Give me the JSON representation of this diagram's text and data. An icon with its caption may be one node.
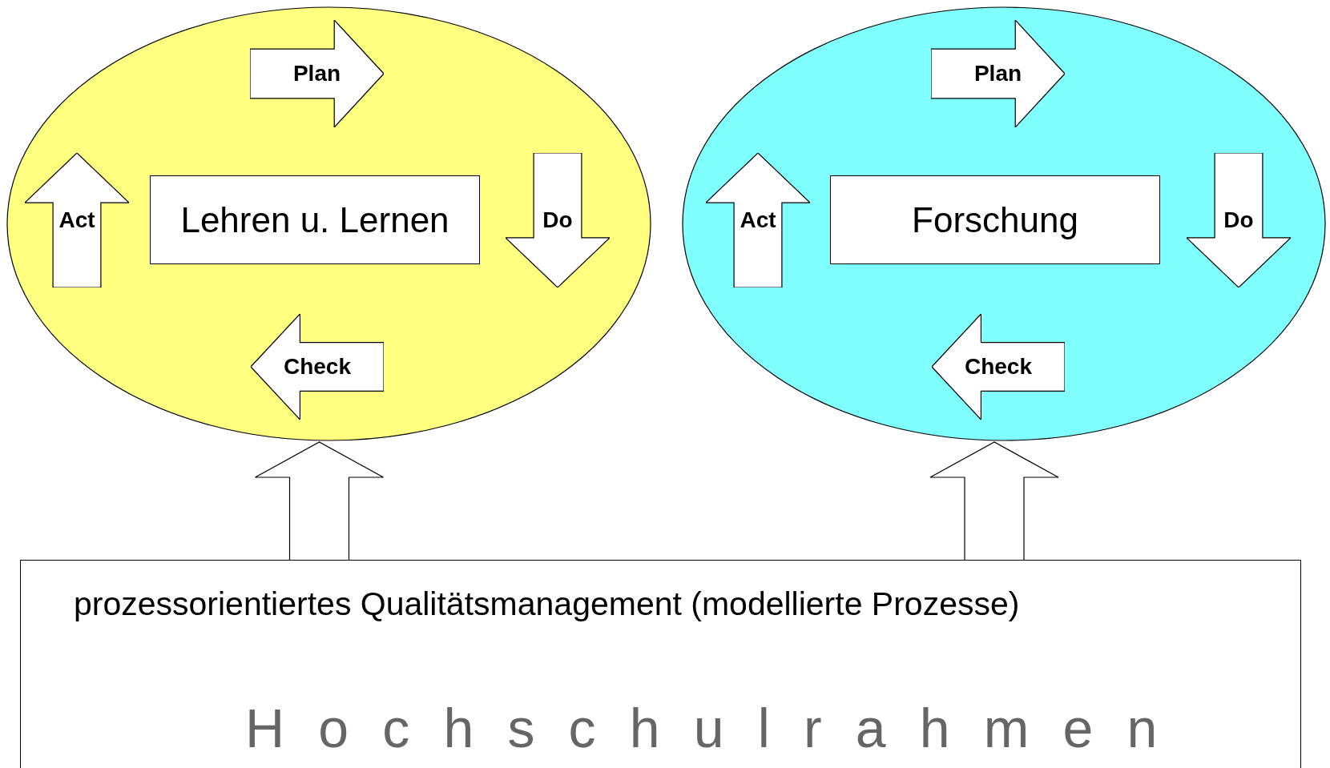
{
  "diagram": {
    "nodes": [
      {
        "text": [],
        "shape": "ellipse"
      },
      {
        "text": [
          "Lehren u. Lernen"
        ],
        "in": 0
      },
      {
        "text": [
          "Plan"
        ],
        "in": 0
      },
      {
        "text": [
          "Do"
        ],
        "in": 0
      },
      {
        "text": [
          "Check"
        ],
        "in": 0
      },
      {
        "text": [
          "Act"
        ],
        "in": 0
      },
      {
        "text": [],
        "shape": "ellipse"
      },
      {
        "text": [
          "Forschung"
        ],
        "in": 6
      },
      {
        "text": [
          "Plan"
        ],
        "in": 6
      },
      {
        "text": [
          "Do"
        ],
        "in": 6
      },
      {
        "text": [
          "Check"
        ],
        "in": 6
      },
      {
        "text": [
          "Act"
        ],
        "in": 6
      },
      {
        "text": [
          "prozessorientiertes Qualitätsmanagement (modellierte Prozesse)",
          "Hochschulrahmen"
        ]
      }
    ],
    "edges": [
      {
        "from": 12,
        "to": 0,
        "arrow": "to"
      },
      {
        "from": 12,
        "to": 6,
        "arrow": "to"
      }
    ]
  }
}
